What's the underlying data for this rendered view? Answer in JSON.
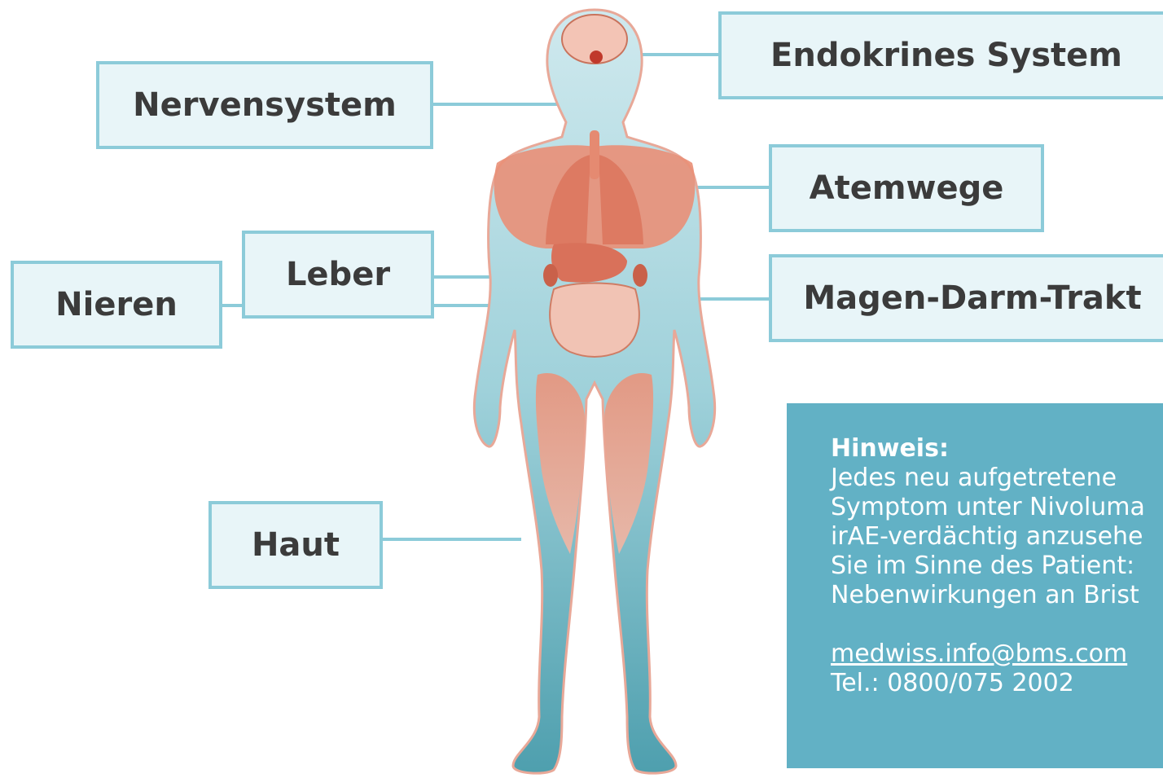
{
  "labels": {
    "nervensystem": "Nervensystem",
    "endokrines": "Endokrines System",
    "atemwege": "Atemwege",
    "leber": "Leber",
    "nieren": "Nieren",
    "magen_darm": "Magen-Darm-Trakt",
    "haut": "Haut"
  },
  "note": {
    "heading": "Hinweis:",
    "lines": [
      "Jedes neu aufgetretene",
      "Symptom unter Nivoluma",
      "irAE-verdächtig anzusehe",
      "Sie im Sinne des Patient:",
      "Nebenwirkungen an Brist"
    ],
    "email": "medwiss.info@bms.com",
    "phone": "Tel.: 0800/075 2002"
  },
  "colors": {
    "box_fill": "#e8f5f8",
    "box_border": "#8ccbd9",
    "body_teal": "#6fb7c4",
    "muscle": "#e98f77",
    "note_bg": "#62b1c5"
  }
}
